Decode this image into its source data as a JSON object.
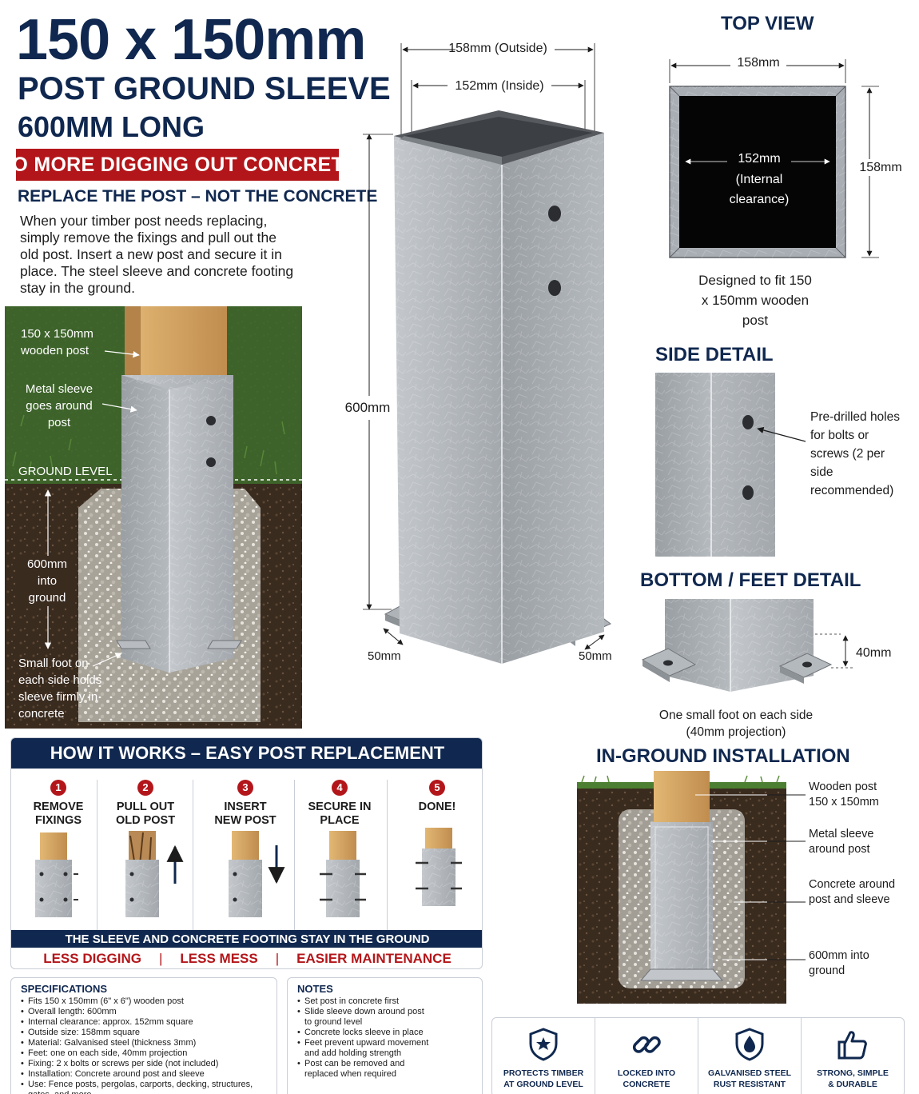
{
  "header": {
    "title": "150 x 150mm",
    "subtitle": "POST GROUND SLEEVE",
    "length": "600MM LONG",
    "banner": "NO MORE DIGGING OUT CONCRETE",
    "replace_heading": "REPLACE THE POST – NOT THE CONCRETE",
    "intro": "When your timber post needs replacing, simply remove the fixings and pull out the old post. Insert a new post and secure it in place. The steel sleeve and concrete footing stay in the ground."
  },
  "ground_illustration": {
    "label_post": "150 x 150mm wooden post",
    "label_sleeve": "Metal sleeve goes around post",
    "label_ground": "GROUND LEVEL",
    "label_depth": "600mm into ground",
    "label_foot": "Small foot on each side holds sleeve firmly in concrete"
  },
  "main_sleeve": {
    "outside": "158mm (Outside)",
    "inside": "152mm (Inside)",
    "height": "600mm",
    "foot_left": "50mm",
    "foot_right": "50mm"
  },
  "top_view": {
    "heading": "TOP VIEW",
    "width": "158mm",
    "height": "158mm",
    "internal": "152mm",
    "internal_note_1": "(Internal",
    "internal_note_2": "clearance)",
    "caption": "Designed to fit 150 x 150mm wooden post"
  },
  "side_detail": {
    "heading": "SIDE DETAIL",
    "note": "Pre-drilled holes for bolts or screws (2 per side recommended)"
  },
  "bottom_detail": {
    "heading": "BOTTOM / FEET DETAIL",
    "projection": "40mm",
    "caption": "One small foot on each side (40mm projection)"
  },
  "installation": {
    "heading": "IN-GROUND INSTALLATION",
    "label_post": "Wooden post 150 x 150mm",
    "label_sleeve": "Metal sleeve around post",
    "label_concrete": "Concrete around post and sleeve",
    "label_depth": "600mm into ground"
  },
  "how_it_works": {
    "title": "HOW IT WORKS – EASY POST REPLACEMENT",
    "steps": [
      {
        "num": "1",
        "label": "REMOVE FIXINGS"
      },
      {
        "num": "2",
        "label": "PULL OUT OLD POST"
      },
      {
        "num": "3",
        "label": "INSERT NEW POST"
      },
      {
        "num": "4",
        "label": "SECURE IN PLACE"
      },
      {
        "num": "5",
        "label": "DONE!"
      }
    ],
    "stay_bar": "THE SLEEVE AND CONCRETE FOOTING STAY IN THE GROUND",
    "benefits": [
      "LESS DIGGING",
      "|",
      "LESS MESS",
      "|",
      "EASIER MAINTENANCE"
    ]
  },
  "specifications": {
    "heading": "SPECIFICATIONS",
    "items": [
      "Fits 150 x 150mm (6\" x 6\") wooden post",
      "Overall length: 600mm",
      "Internal clearance: approx. 152mm square",
      "Outside size: 158mm square",
      "Material: Galvanised steel (thickness 3mm)",
      "Feet: one on each side, 40mm projection",
      "Fixing: 2 x bolts or screws per side (not included)",
      "Installation: Concrete around post and sleeve",
      "Use: Fence posts, pergolas, carports, decking, structures, gates, and more"
    ]
  },
  "notes": {
    "heading": "NOTES",
    "items": [
      "Set post in concrete first",
      "Slide sleeve down around post to ground level",
      "Concrete locks sleeve in place",
      "Feet prevent upward movement and add holding strength",
      "Post can be removed and replaced when required"
    ]
  },
  "features": [
    {
      "icon": "shield-icon",
      "line1": "PROTECTS TIMBER",
      "line2": "AT GROUND LEVEL"
    },
    {
      "icon": "chain-link-icon",
      "line1": "LOCKED INTO",
      "line2": "CONCRETE"
    },
    {
      "icon": "drop-shield-icon",
      "line1": "GALVANISED STEEL",
      "line2": "RUST RESISTANT"
    },
    {
      "icon": "thumbs-up-icon",
      "line1": "STRONG, SIMPLE",
      "line2": "& DURABLE"
    }
  ],
  "colors": {
    "navy": "#10284f",
    "red": "#b3161a",
    "steel": "#a9aeb4",
    "timber": "#d7a867"
  }
}
